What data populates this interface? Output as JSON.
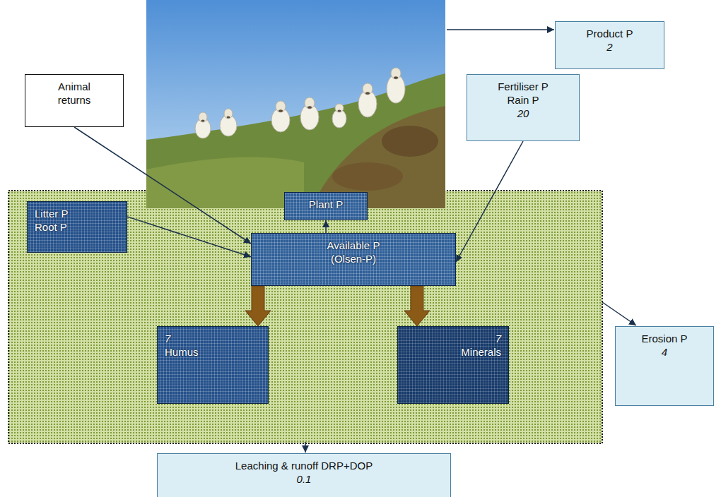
{
  "diagram": {
    "nodes": [
      {
        "text": [
          "Product P",
          "2"
        ]
      },
      {
        "text": [
          "Animal returns"
        ]
      },
      {
        "text": [
          "Fertiliser P Rain P",
          "20"
        ]
      },
      {
        "text": [
          "Litter P Root P"
        ]
      },
      {
        "text": [
          "Plant P"
        ]
      },
      {
        "text": [
          "Available P (Olsen-P)"
        ]
      },
      {
        "text": [
          "7",
          "Humus"
        ]
      },
      {
        "text": [
          "7",
          "Minerals"
        ]
      },
      {
        "text": [
          "Erosion P",
          "4"
        ]
      },
      {
        "text": [
          "Leaching & runoff DRP+DOP",
          "0.1"
        ]
      }
    ],
    "edges": [
      {
        "from": 1,
        "to": 5,
        "arrow": "to"
      },
      {
        "from": 3,
        "to": 5,
        "arrow": "to"
      },
      {
        "from": 2,
        "to": 5,
        "arrow": "to"
      },
      {
        "from": 5,
        "to": 4,
        "arrow": "to"
      },
      {
        "from": 5,
        "to": 6,
        "arrow": "to"
      },
      {
        "from": 5,
        "to": 7,
        "arrow": "to"
      }
    ]
  }
}
